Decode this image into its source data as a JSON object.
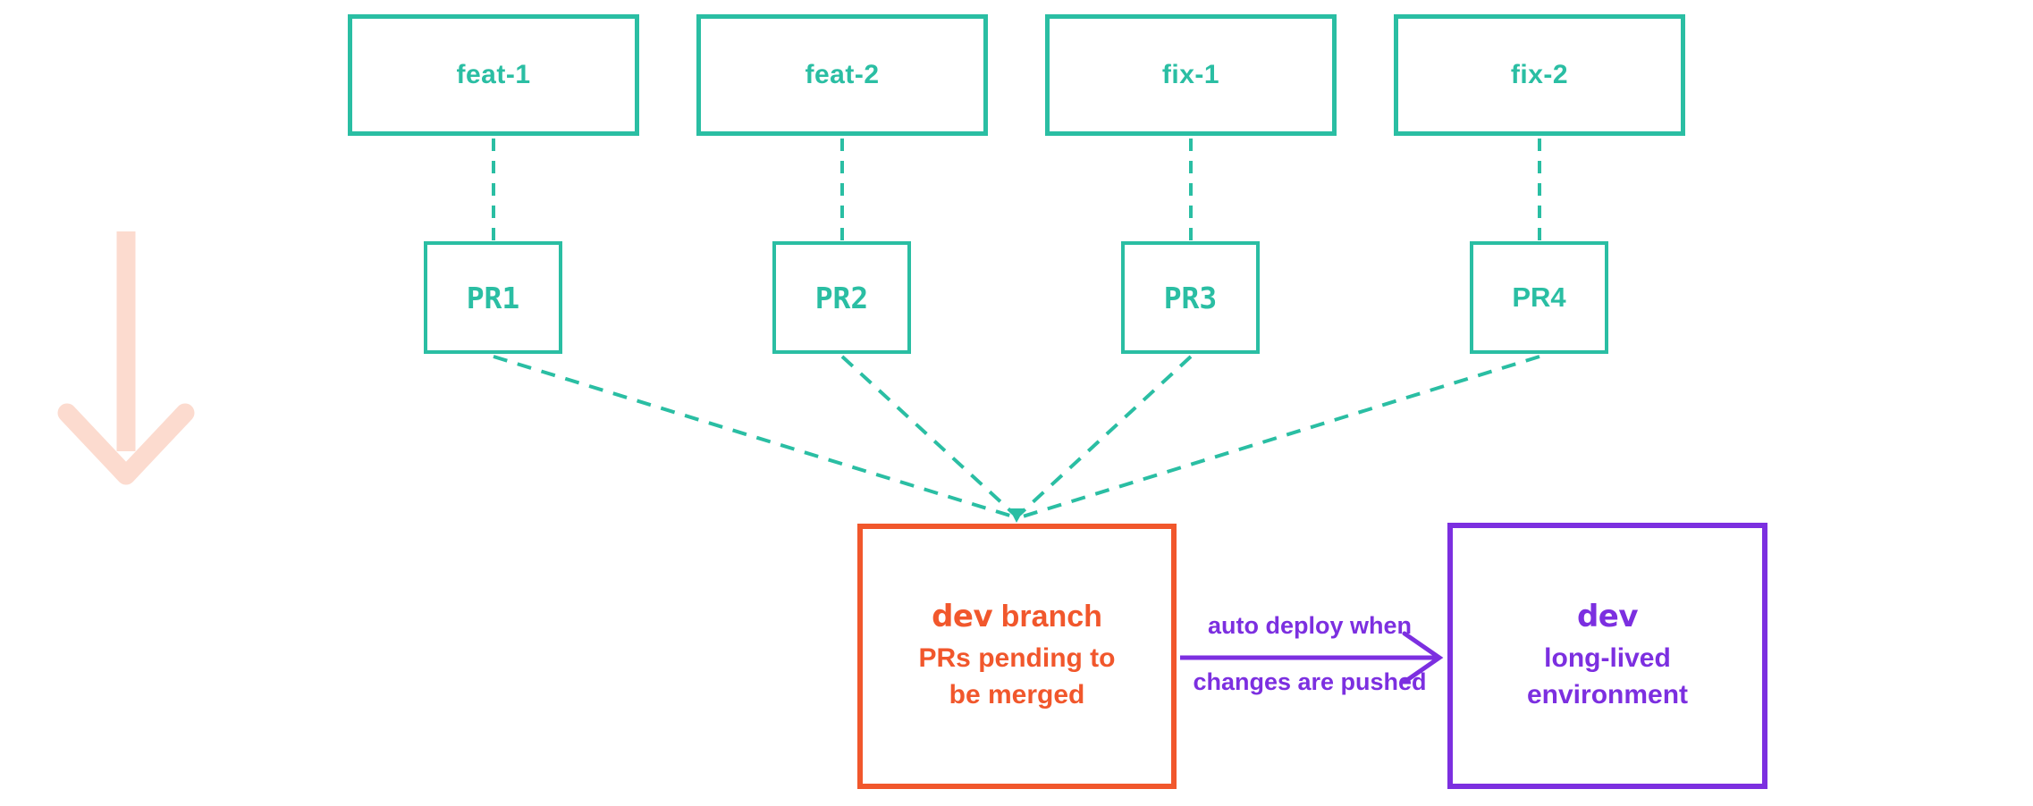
{
  "diagram": {
    "branch_boxes": [
      {
        "label": "feat-1"
      },
      {
        "label": "feat-2"
      },
      {
        "label": "fix-1"
      },
      {
        "label": "fix-2"
      }
    ],
    "pr_boxes": [
      {
        "label": "PR1"
      },
      {
        "label": "PR2"
      },
      {
        "label": "PR3"
      },
      {
        "label": "PR4"
      }
    ],
    "dev_branch_box": {
      "title_bold": "dev",
      "title_rest": " branch",
      "subtitle_lines": [
        "PRs pending to",
        "be merged"
      ]
    },
    "dev_env_box": {
      "title_bold": "dev",
      "subtitle_lines": [
        "long-lived",
        "environment"
      ]
    },
    "deploy_arrow": {
      "label_line1": "auto deploy when",
      "label_line2": "changes are pushed"
    },
    "colors": {
      "teal": "#2abea3",
      "orange": "#f1572c",
      "purple": "#7c2fe0",
      "pink": "#fcdbcf"
    }
  }
}
